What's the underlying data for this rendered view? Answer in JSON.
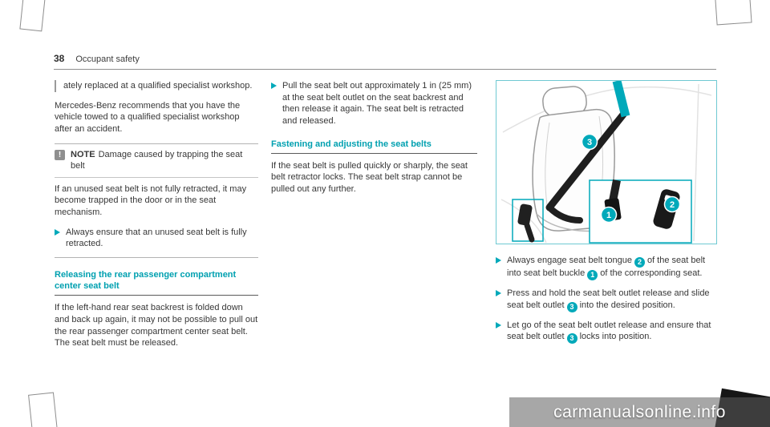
{
  "accent_color": "#00a9ba",
  "header": {
    "page_number": "38",
    "section_title": "Occupant safety"
  },
  "col1": {
    "continuation_text": "ately replaced at a qualified specialist workshop.",
    "towing_para": "Mercedes-Benz recommends that you have the vehicle towed to a qualified specialist workshop after an accident.",
    "note": {
      "icon_glyph": "!",
      "label": "NOTE",
      "title": "Damage caused by trapping the seat belt",
      "body": "If an unused seat belt is not fully retracted, it may become trapped in the door or in the seat mechanism.",
      "instruction": "Always ensure that an unused seat belt is fully retracted."
    },
    "heading": "Releasing the rear passenger compartment center seat belt",
    "body": "If the left-hand rear seat backrest is folded down and back up again, it may not be possible to pull out the rear passenger compartment center seat belt. The seat belt must be released."
  },
  "col2": {
    "instruction": "Pull the seat belt out approximately 1 in (25 mm) at the seat belt outlet on the seat backrest and then release it again. The seat belt is retracted and released.",
    "heading": "Fastening and adjusting the seat belts",
    "body": "If the seat belt is pulled quickly or sharply, the seat belt retractor locks. The seat belt strap cannot be pulled out any further."
  },
  "figure": {
    "callouts": {
      "c1": "1",
      "c2": "2",
      "c3": "3"
    }
  },
  "col3": {
    "bullets": [
      {
        "t1": "Always engage seat belt tongue",
        "n1": "2",
        "t2": "of the seat belt into seat belt buckle",
        "n2": "1",
        "t3": "of the corresponding seat."
      },
      {
        "t1": "Press and hold the seat belt outlet release and slide seat belt outlet",
        "n1": "3",
        "t2": "into the desired position."
      },
      {
        "t1": "Let go of the seat belt outlet release and ensure that seat belt outlet",
        "n1": "3",
        "t2": "locks into position."
      }
    ]
  },
  "watermark": "carmanualsonline.info"
}
